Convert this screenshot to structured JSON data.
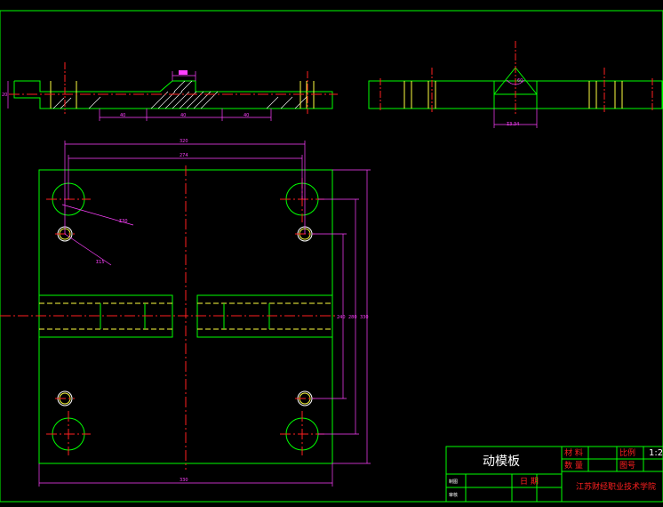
{
  "colors": {
    "background": "#000000",
    "outline": "#00ff00",
    "centerline": "#ff2020",
    "dimension": "#ff40ff",
    "hidden": "#ffff40",
    "hatch": "#ffffff"
  },
  "drawing": {
    "dimensions": {
      "top_step": "22",
      "left_height": "20",
      "seg_left": "40",
      "seg_mid": "40",
      "seg_right": "40",
      "angle_side": "60",
      "side_width": "Σ3.34",
      "overall_top": "320",
      "inner_top": "274",
      "hole_large": "Σ30",
      "hole_small": "Σ15",
      "inner_vertical": "240",
      "mid_vertical": "280",
      "overall_vertical": "330",
      "overall_bottom": "330"
    }
  },
  "title_block": {
    "title": "动模板",
    "material_label": "材 料",
    "material_value": "",
    "scale_label": "比例",
    "scale_value": "1:2",
    "quantity_label": "数 量",
    "drawing_no_label": "图号",
    "designer_label": "制图",
    "checker_label": "审核",
    "date_label": "日 期",
    "school": "江苏财经职业技术学院"
  }
}
